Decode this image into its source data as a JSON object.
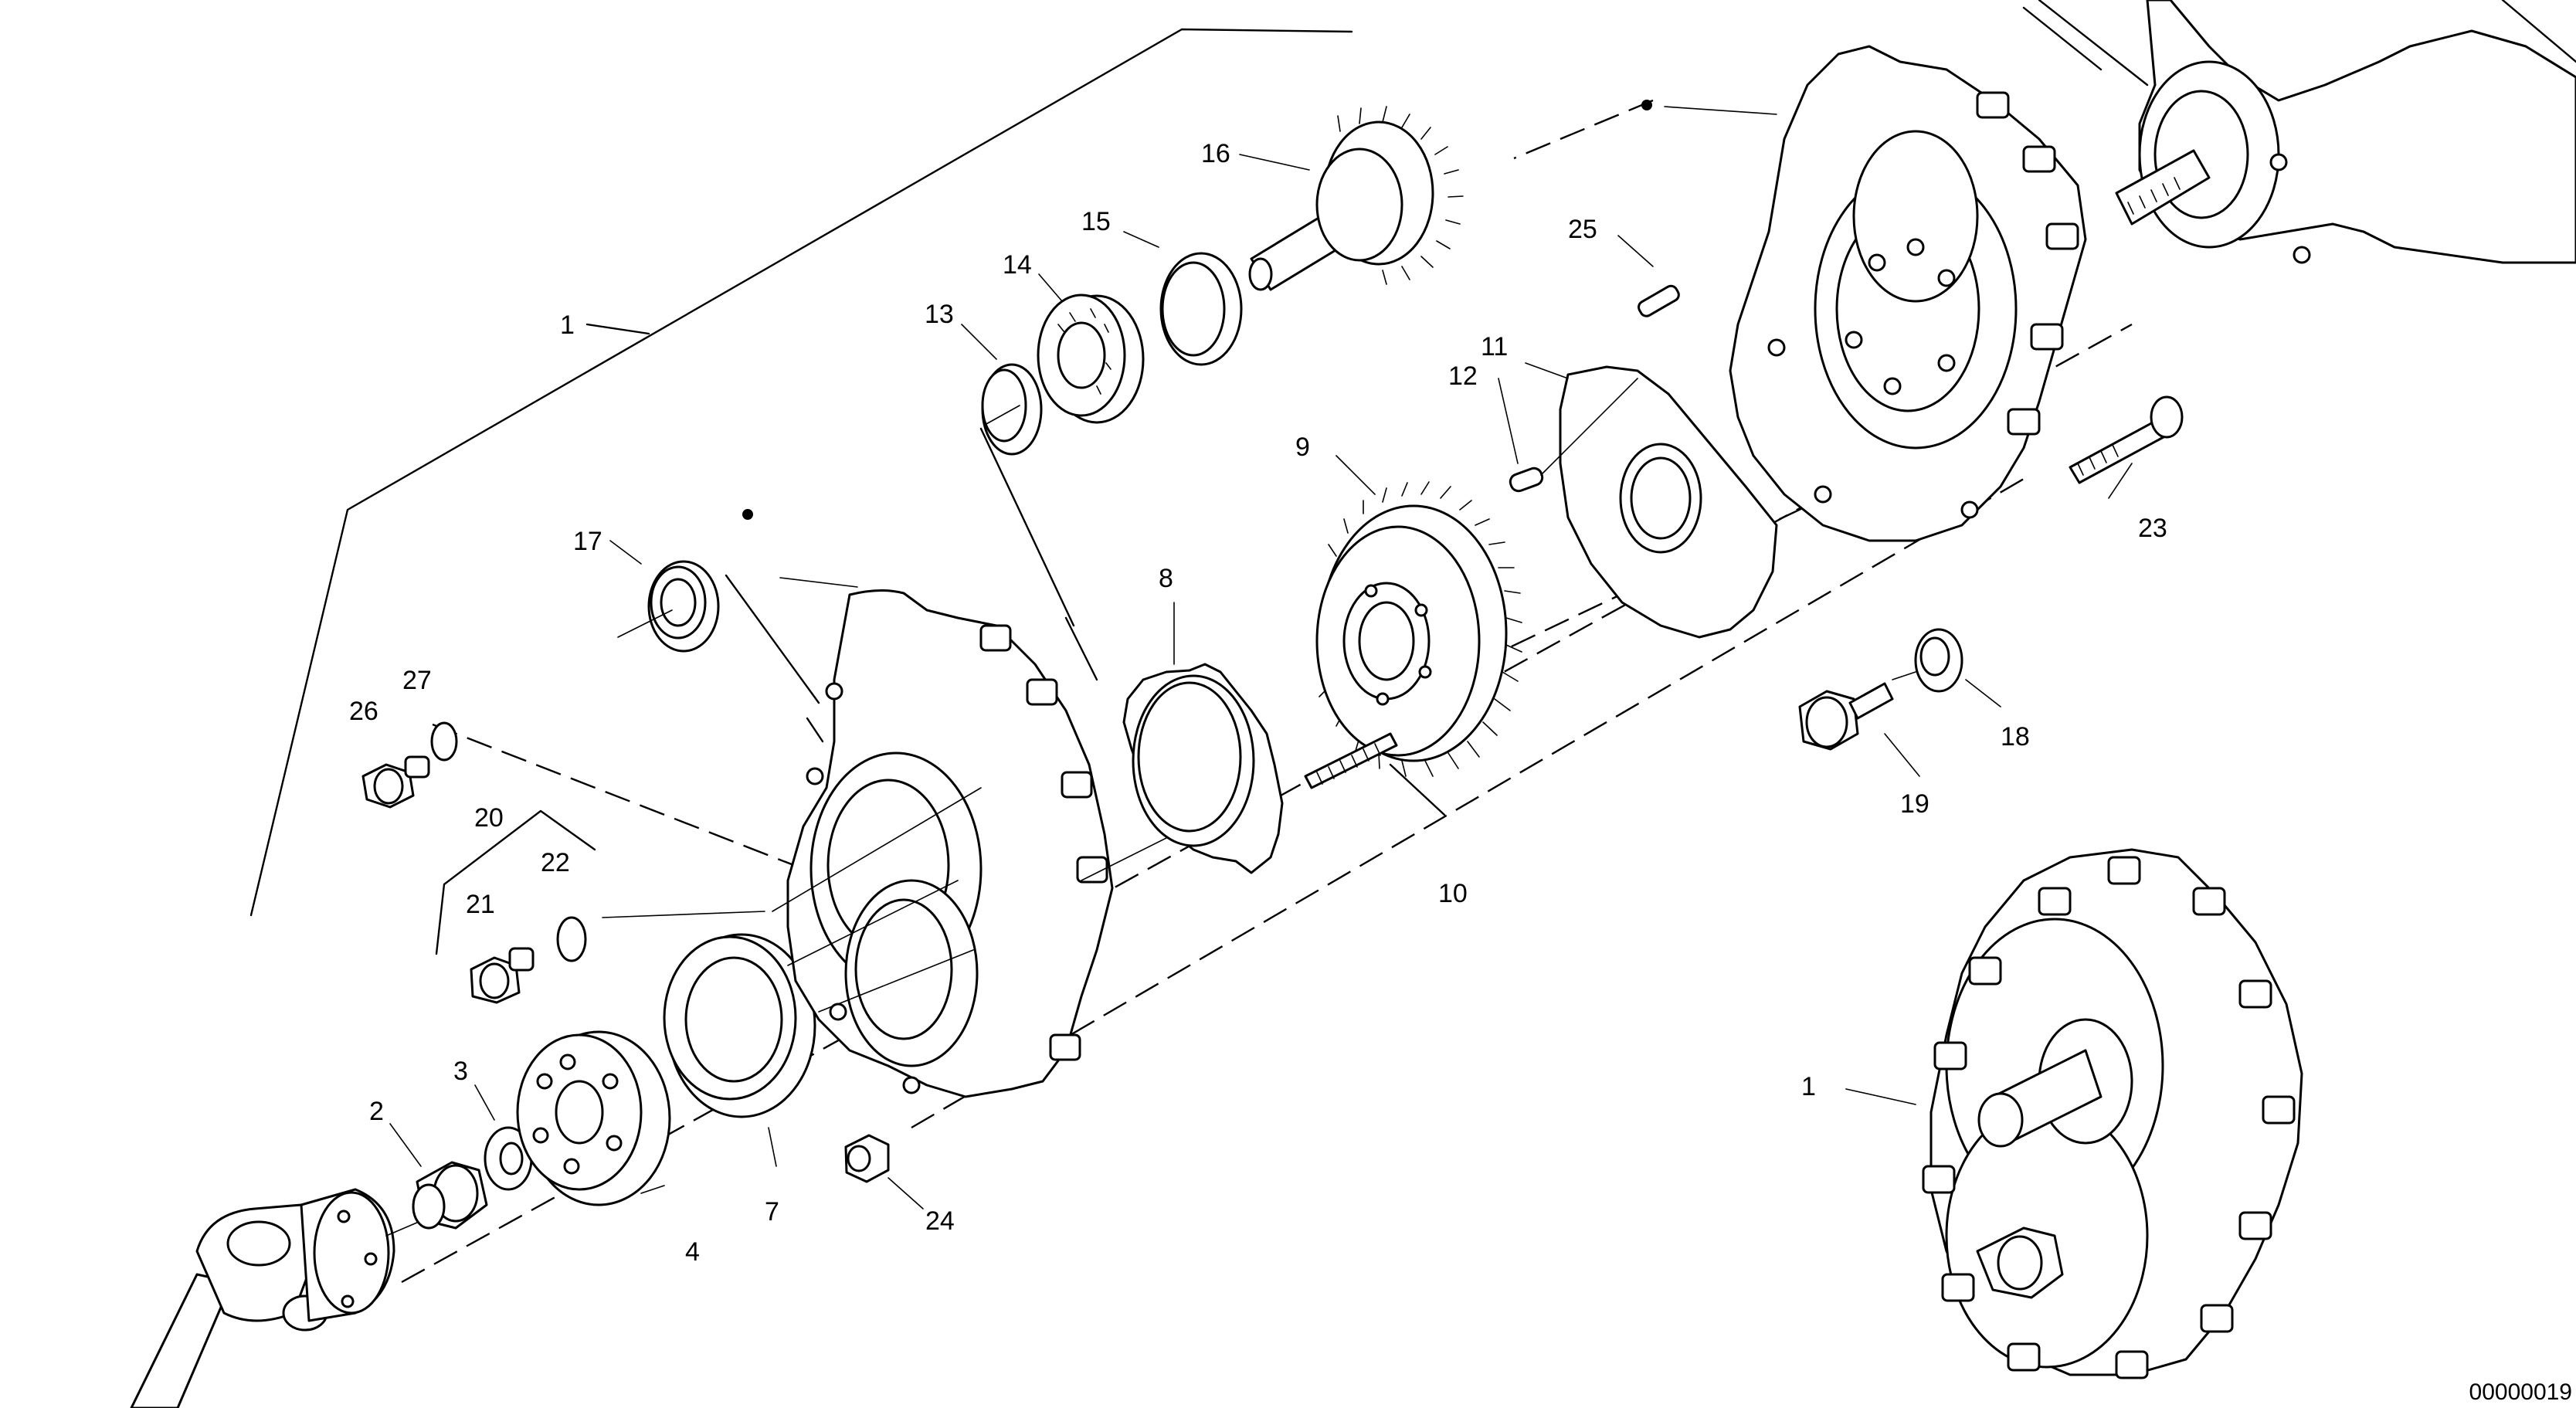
{
  "diagram": {
    "document_id": "00000019",
    "callouts": {
      "c1_bracket": "1",
      "c1_assembly": "1",
      "c2": "2",
      "c3": "3",
      "c4": "4",
      "c7": "7",
      "c8": "8",
      "c9": "9",
      "c10": "10",
      "c11": "11",
      "c12": "12",
      "c13": "13",
      "c14": "14",
      "c15": "15",
      "c16": "16",
      "c17": "17",
      "c18": "18",
      "c19": "19",
      "c20": "20",
      "c21": "21",
      "c22": "22",
      "c23": "23",
      "c24": "24",
      "c25": "25",
      "c26": "26",
      "c27": "27"
    }
  }
}
